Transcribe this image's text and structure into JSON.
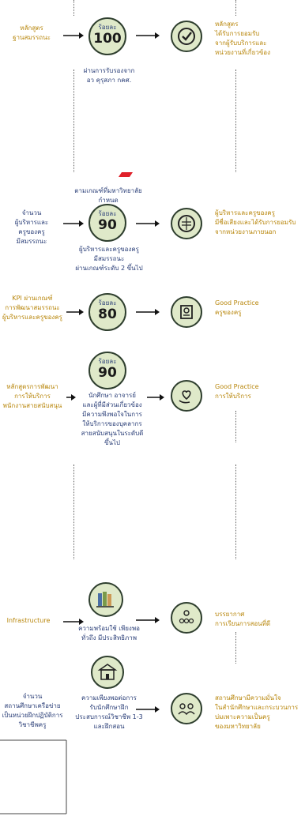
{
  "rows": [
    {
      "input": "หลักสูตร\nฐานสมรรถนะ",
      "badge_label": "ร้อยละ",
      "badge_value": "100",
      "caption": "ผ่านการรับรองจาก\nอว คุรุสภา กคศ.",
      "outcome": "หลักสูตร\nได้รับการยอมรับ\nจากผู้รับบริการและ\nหน่วยงานที่เกี่ยวข้อง",
      "icon": "check-badge-icon"
    },
    {
      "top_caption": "ตามเกณฑ์ที่มหาวิทยาลัย\nกำหนด",
      "input": "จำนวน\nผู้บริหารและ\nครูของครู\nมีสมรรถนะ",
      "badge_label": "ร้อยละ",
      "badge_value": "90",
      "caption": "ผู้บริหารและครูของครู\nมีสมรรถนะ\nผ่านเกณฑ์ระดับ 2 ขึ้นไป",
      "outcome": "ผู้บริหารและครูของครู\nมีชื่อเสียงและได้รับการยอมรับ\nจากหน่วยงานภายนอก",
      "icon": "brain-network-icon"
    },
    {
      "input": "KPI ผ่านเกณฑ์\nการพัฒนาสมรรถนะ\nผู้บริหารและครูของครู",
      "badge_label": "ร้อยละ",
      "badge_value": "80",
      "outcome": "Good Practice\nครูของครู",
      "icon": "certificate-icon"
    },
    {
      "input": "หลักสูตรการพัฒนา\nการให้บริการ\nพนักงานสายสนับสนุน",
      "badge_label": "ร้อยละ",
      "badge_value": "90",
      "caption": "นักศึกษา อาจารย์\nและผู้ที่มีส่วนเกี่ยวข้อง\nมีความพึงพอใจในการ\nให้บริการของบุคลากร\nสายสนับสนุนในระดับดี\nขึ้นไป",
      "outcome": "Good Practice\nการให้บริการ",
      "icon": "heart-hand-icon"
    },
    {
      "input": "Infrastructure",
      "caption": "ความพร้อมใช้ เพียงพอ\nทั่วถึง มีประสิทธิภาพ",
      "outcome": "บรรยากาศ\nการเรียนการสอนที่ดี",
      "icon": "books-icon",
      "outcome_icon": "teacher-class-icon"
    },
    {
      "input": "จำนวน\nสถานศึกษาเครือข่าย\nเป็นหน่วยฝึกปฏิบัติการ\nวิชาชีพครู",
      "caption": "ความเพียงพอต่อการ\nรับนักศึกษาฝึก\nประสบการณ์วิชาชีพ 1-3\nและฝึกสอน",
      "outcome": "สถานศึกษามีความมั่นใจ\nในสำนักศึกษาและกระบวนการ\nบ่มเพาะความเป็นครู\nของมหาวิทยาลัย",
      "icon": "school-icon",
      "outcome_icon": "people-group-icon"
    }
  ]
}
